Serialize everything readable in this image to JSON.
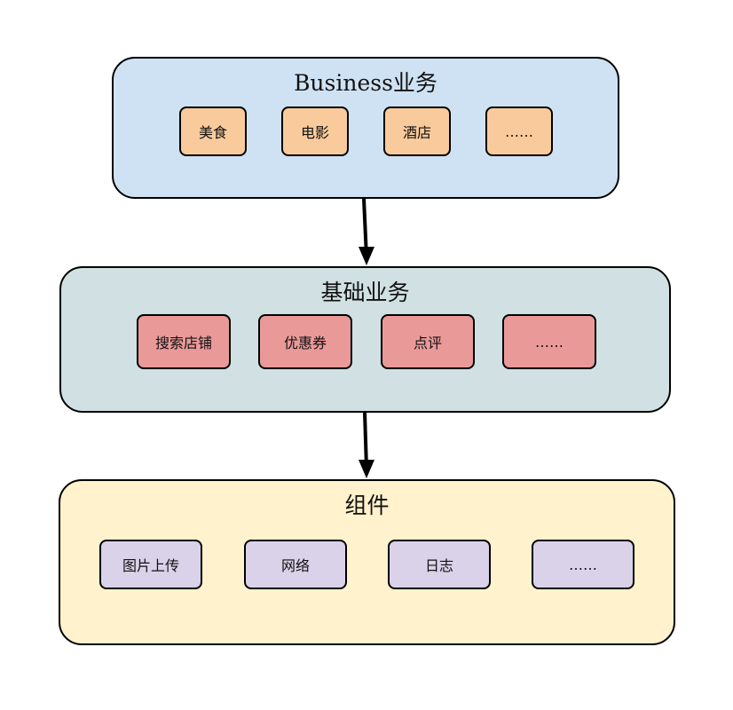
{
  "layers": {
    "business": {
      "title": "Business业务",
      "color": "#cfe2f3",
      "items": [
        "美食",
        "电影",
        "酒店",
        "……"
      ],
      "item_color": "#f9cb9c"
    },
    "base": {
      "title": "基础业务",
      "color": "#d0e0e3",
      "items": [
        "搜索店铺",
        "优惠券",
        "点评",
        "……"
      ],
      "item_color": "#ea9999"
    },
    "components": {
      "title": "组件",
      "color": "#fff2cc",
      "items": [
        "图片上传",
        "网络",
        "日志",
        "……"
      ],
      "item_color": "#d9d2e9"
    }
  },
  "arrows": [
    {
      "from": "business",
      "to": "base"
    },
    {
      "from": "base",
      "to": "components"
    }
  ]
}
